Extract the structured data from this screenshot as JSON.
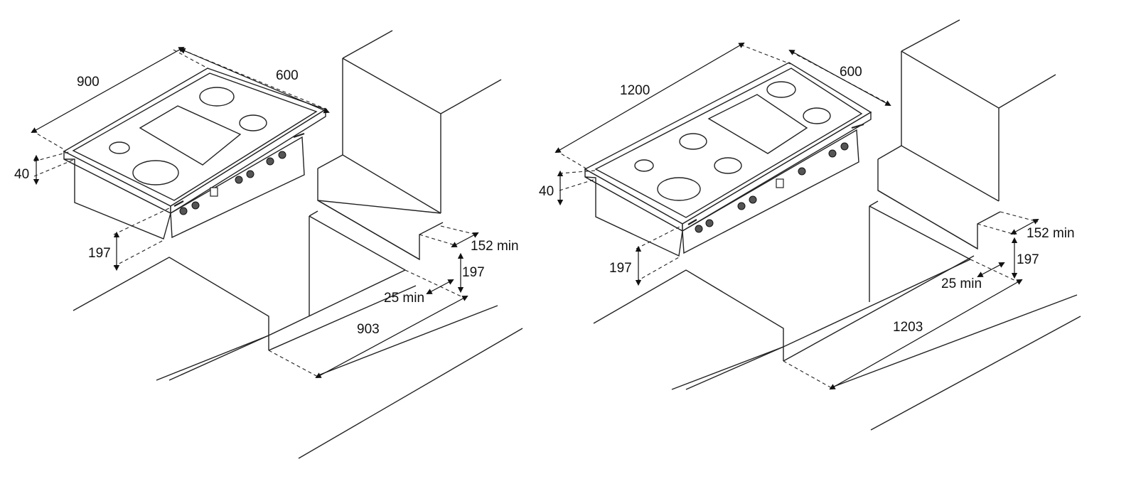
{
  "left": {
    "width": "900",
    "depth": "600",
    "height_top": "40",
    "height_bottom": "197",
    "back_gap": "152 min",
    "side_height": "197",
    "side_gap": "25 min",
    "cutout": "903"
  },
  "right": {
    "width": "1200",
    "depth": "600",
    "height_top": "40",
    "height_bottom": "197",
    "back_gap": "152 min",
    "side_height": "197",
    "side_gap": "25 min",
    "cutout": "1203"
  }
}
